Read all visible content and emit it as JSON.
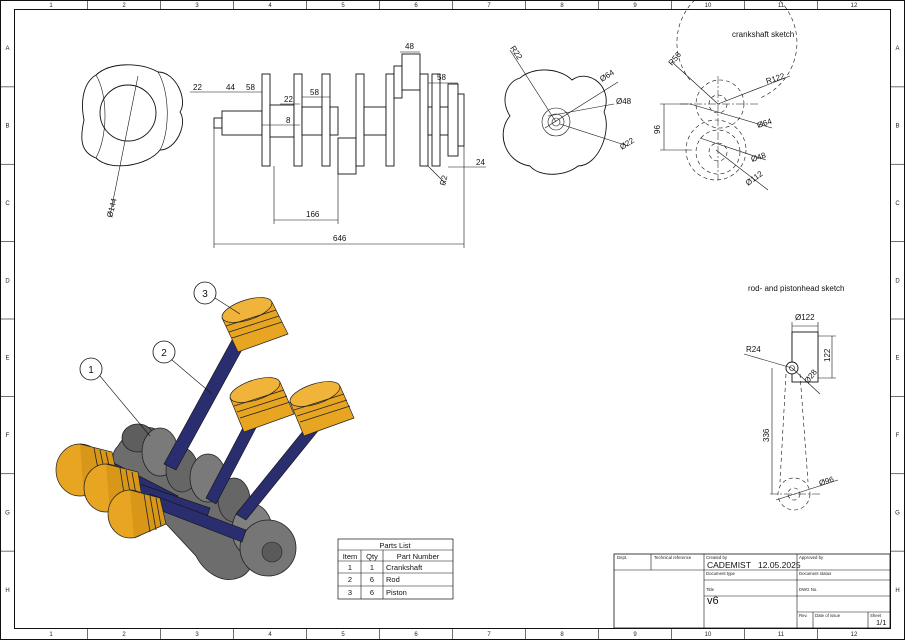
{
  "sheet": {
    "col_labels": [
      "1",
      "2",
      "3",
      "4",
      "5",
      "6",
      "7",
      "8",
      "9",
      "10",
      "11",
      "12"
    ],
    "row_labels": [
      "A",
      "B",
      "C",
      "D",
      "E",
      "F",
      "G",
      "H"
    ]
  },
  "views": {
    "crankshaft_sketch_title": "crankshaft sketch",
    "rod_sketch_title": "rod- and pistonhead sketch"
  },
  "dimensions": {
    "front": {
      "d144": "Ø144"
    },
    "side": {
      "d22": "22",
      "d44": "44",
      "d58a": "58",
      "d22b": "22",
      "d8": "8",
      "d58b": "58",
      "d48": "48",
      "d58c": "58",
      "d24": "24",
      "r2": "R2",
      "d166": "166",
      "d646": "646"
    },
    "end": {
      "r22": "R22",
      "d64": "Ø64",
      "d48": "Ø48",
      "d22": "Ø22"
    },
    "crank_sketch": {
      "r56": "R56",
      "r122": "R122",
      "d64": "Ø64",
      "d96": "96",
      "d48": "Ø48",
      "d112": "Ø112"
    },
    "rod_sketch": {
      "d122w": "Ø122",
      "d122h": "122",
      "r24": "R24",
      "d28": "Ø28",
      "d336": "336",
      "d96": "Ø96"
    }
  },
  "balloons": [
    "1",
    "2",
    "3"
  ],
  "parts_list": {
    "title": "Parts List",
    "headers": [
      "Item",
      "Qty",
      "Part Number"
    ],
    "rows": [
      [
        "1",
        "1",
        "Crankshaft"
      ],
      [
        "2",
        "6",
        "Rod"
      ],
      [
        "3",
        "6",
        "Piston"
      ]
    ]
  },
  "title_block": {
    "dept_label": "Dept.",
    "tech_ref_label": "Technical reference",
    "created_by_label": "Created by",
    "created_by": "CADEMIST",
    "date": "12.05.2025",
    "approved_by_label": "Approved by",
    "doc_type_label": "Document type",
    "doc_status_label": "Document status",
    "title_label": "Title",
    "title": "v6",
    "dwg_no_label": "DWG No.",
    "rev_label": "Rev.",
    "date_issue_label": "Date of issue",
    "sheet_label": "Sheet",
    "sheet": "1/1"
  },
  "colors": {
    "piston": "#e8a521",
    "piston_shade": "#b97d12",
    "rod": "#2b2e6e",
    "crank": "#707070",
    "crank_dark": "#4c4c4c"
  }
}
